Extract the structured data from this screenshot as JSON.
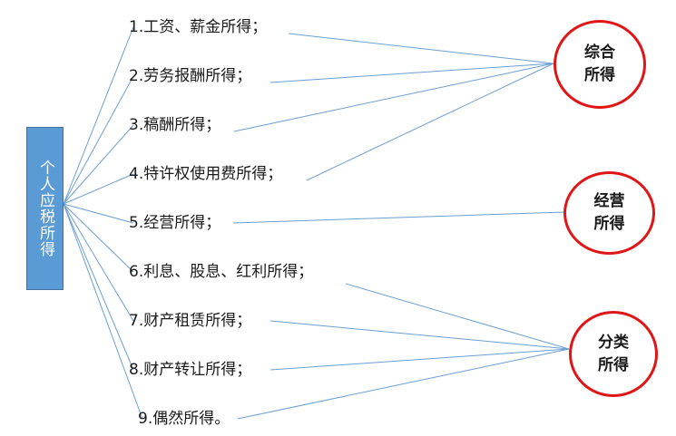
{
  "root": {
    "label": "个人应税所得"
  },
  "items": [
    {
      "text": "1.工资、薪金所得；"
    },
    {
      "text": "2.劳务报酬所得；"
    },
    {
      "text": "3.稿酬所得；"
    },
    {
      "text": "4.特许权使用费所得；"
    },
    {
      "text": "5.经营所得；"
    },
    {
      "text": "6.利息、股息、红利所得；"
    },
    {
      "text": "7.财产租赁所得；"
    },
    {
      "text": "8.财产转让所得；"
    },
    {
      "text": "9.偶然所得。"
    }
  ],
  "categories": [
    {
      "label": "综合所得",
      "members": [
        0,
        1,
        2,
        3
      ]
    },
    {
      "label": "经营所得",
      "members": [
        4
      ]
    },
    {
      "label": "分类所得",
      "members": [
        5,
        6,
        7,
        8
      ]
    }
  ],
  "colors": {
    "root_fill": "#5b9bd5",
    "line": "#6a9fd4",
    "circle_border": "#e01515"
  }
}
